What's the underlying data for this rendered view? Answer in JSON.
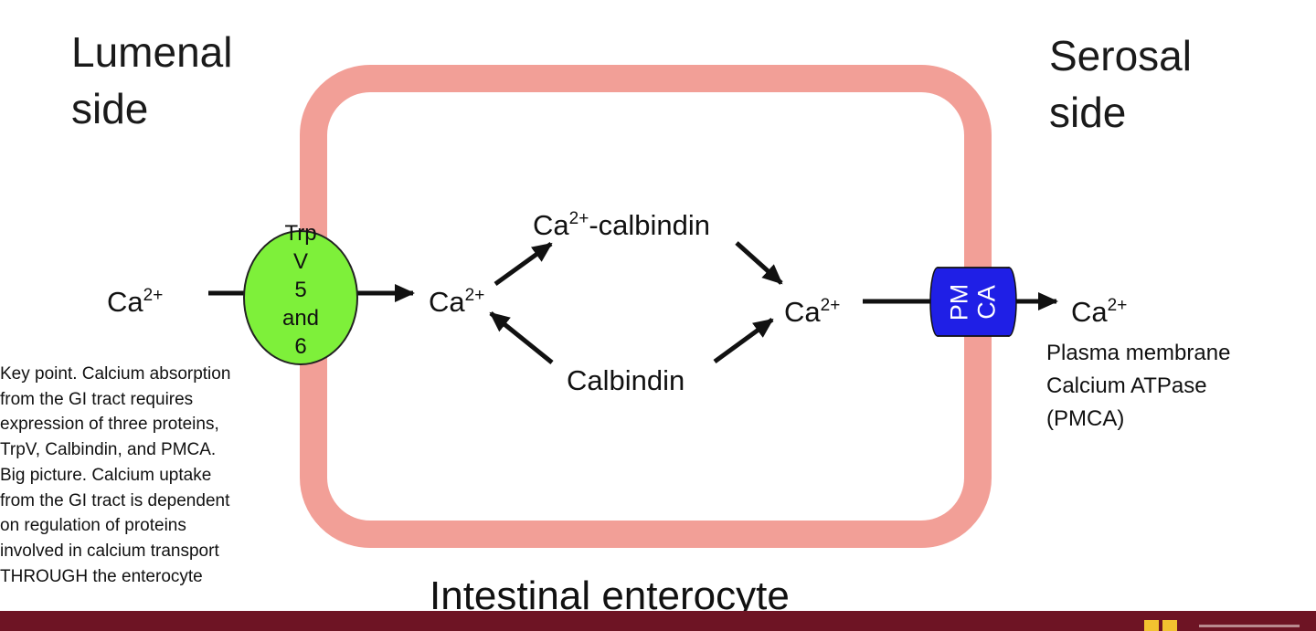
{
  "headings": {
    "lumenal": "Lumenal\nside",
    "serosal": "Serosal\nside"
  },
  "cell": {
    "caption": "Intestinal enterocyte",
    "membrane_color": "#f29f97"
  },
  "transporters": {
    "trpv": {
      "label": "Trp\nV\n5\nand\n6",
      "fill": "#7ef03a",
      "stroke": "#222222"
    },
    "pmca": {
      "label": "PM\nCA",
      "fill": "#1f1fe6",
      "text_color": "#ffffff"
    }
  },
  "species": {
    "ca_base": "Ca",
    "ca_charge": "2+",
    "calbindin_complex_suffix": "-calbindin",
    "calbindin": "Calbindin"
  },
  "pmca_description": "Plasma membrane\nCalcium ATPase\n(PMCA)",
  "key_note": "Key point. Calcium absorption\nfrom the GI tract requires\nexpression of three proteins,\nTrpV, Calbindin, and PMCA.\nBig picture. Calcium uptake\nfrom the GI tract is dependent\non regulation of proteins\ninvolved in calcium transport\nTHROUGH the enterocyte",
  "footer": {
    "color": "#6e1424",
    "logo_color": "#f2c230"
  }
}
